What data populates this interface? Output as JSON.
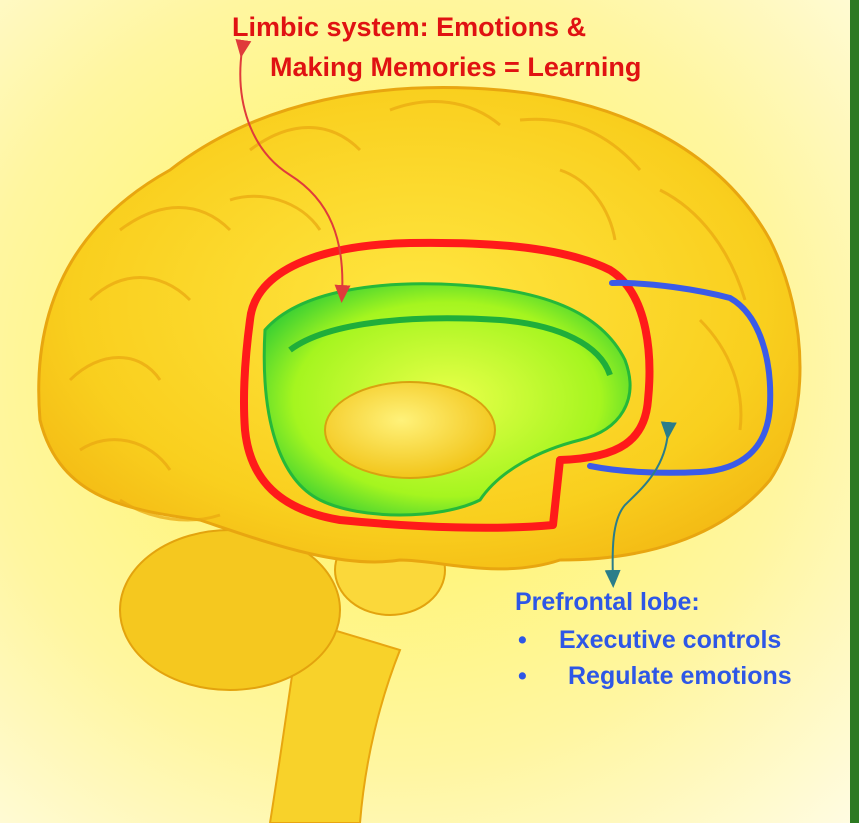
{
  "limbic_label": {
    "line1": "Limbic system: Emotions &",
    "line2": "Making Memories = Learning"
  },
  "prefrontal_label": {
    "title": "Prefrontal lobe:",
    "bullets": [
      "Executive controls",
      "Regulate emotions"
    ],
    "bullet_glyph": "•"
  },
  "colors": {
    "limbic_outline": "#ff1a1a",
    "prefrontal_outline": "#3b5be8",
    "arrow_limbic": "#e03b3b",
    "arrow_prefrontal": "#2a7d8a",
    "brain_fill": "#f6cc1c",
    "limbic_inner": "#9af21a",
    "border_right": "#2d7a22"
  }
}
